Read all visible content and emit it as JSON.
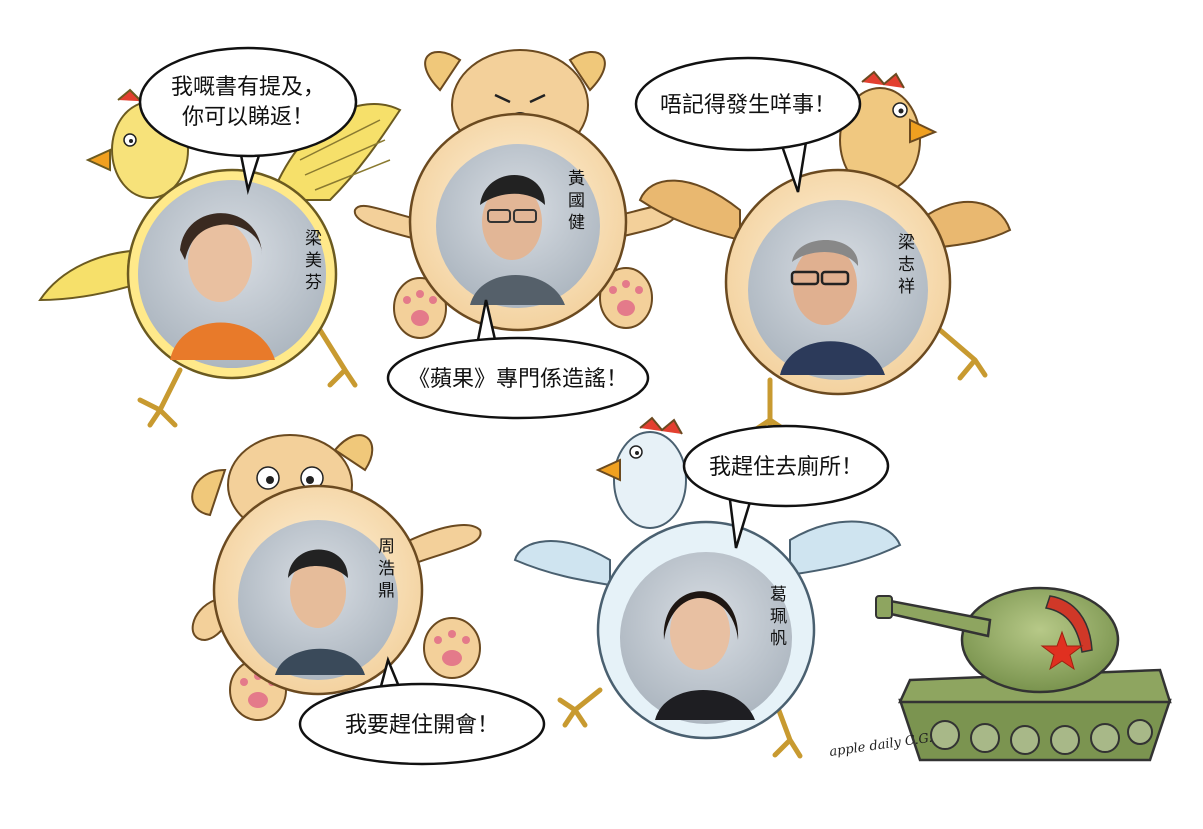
{
  "figures": [
    {
      "name": "梁美芬",
      "speech": [
        "我嘅書有提及，",
        "你可以睇返！"
      ],
      "creature": "chicken",
      "wing_color": "#f6e06a"
    },
    {
      "name": "黃國健",
      "speech": [
        "《蘋果》專門係造謠！"
      ],
      "creature": "dog",
      "wing_color": "#f0c87a"
    },
    {
      "name": "梁志祥",
      "speech": [
        "唔記得發生咩事！"
      ],
      "creature": "chicken",
      "wing_color": "#e9b870"
    },
    {
      "name": "周浩鼎",
      "speech": [
        "我要趕住開會！"
      ],
      "creature": "dog",
      "wing_color": "#f0c87a"
    },
    {
      "name": "葛珮帆",
      "speech": [
        "我趕住去廁所！"
      ],
      "creature": "chicken",
      "wing_color": "#cfe4f0"
    }
  ],
  "tank": {
    "icon": "tank-with-red-star-icon",
    "body_color": "#8aa05a",
    "star_color": "#e03020"
  },
  "signature": "apple daily C.G."
}
